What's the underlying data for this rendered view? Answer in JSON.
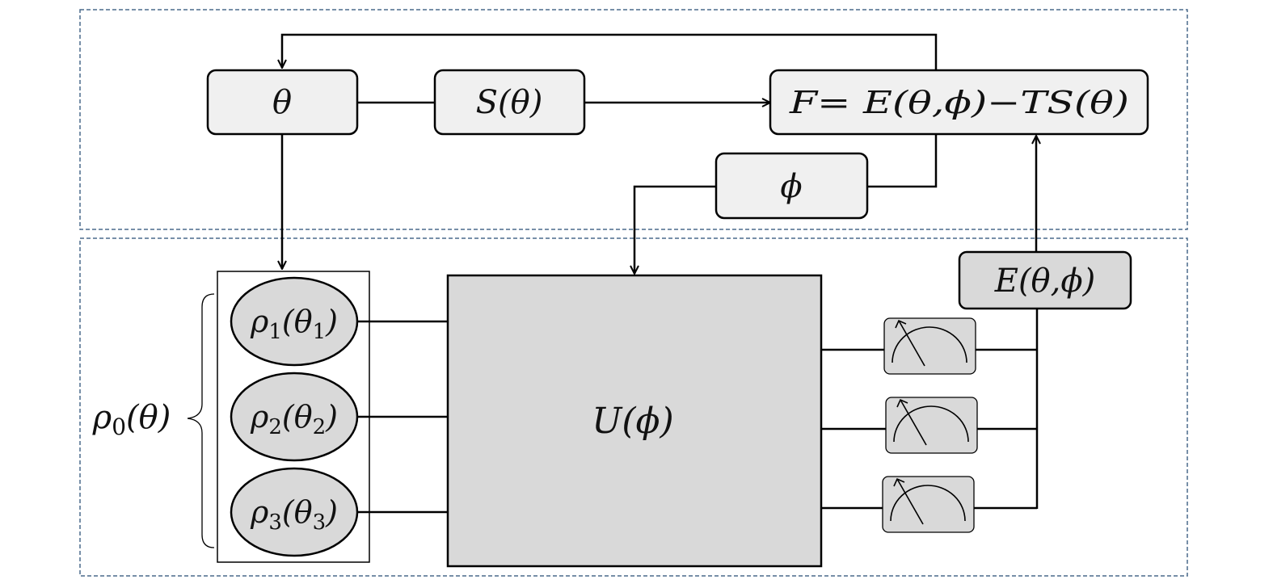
{
  "colors": {
    "frame": "#4a6a8c",
    "box_fill": "#f0f0f0",
    "state_fill": "#d9d9d9",
    "unitary_fill": "#d9d9d9",
    "line": "#000000"
  },
  "top": {
    "theta": "θ",
    "entropy": "S(θ)",
    "free_energy": "F= E(θ,ϕ)−TS(θ)",
    "phi": "ϕ"
  },
  "bottom": {
    "states": [
      {
        "rho": "ρ",
        "sub": "1",
        "arg_open": "(θ",
        "arg_sub": "1",
        "arg_close": ")"
      },
      {
        "rho": "ρ",
        "sub": "2",
        "arg_open": "(θ",
        "arg_sub": "2",
        "arg_close": ")"
      },
      {
        "rho": "ρ",
        "sub": "3",
        "arg_open": "(θ",
        "arg_sub": "3",
        "arg_close": ")"
      }
    ],
    "initial_state": {
      "rho": "ρ",
      "sub": "0",
      "arg": "(θ)"
    },
    "unitary": "U(ϕ)",
    "energy": "E(θ,ϕ)",
    "meter_icon": "measurement-meter-icon"
  }
}
